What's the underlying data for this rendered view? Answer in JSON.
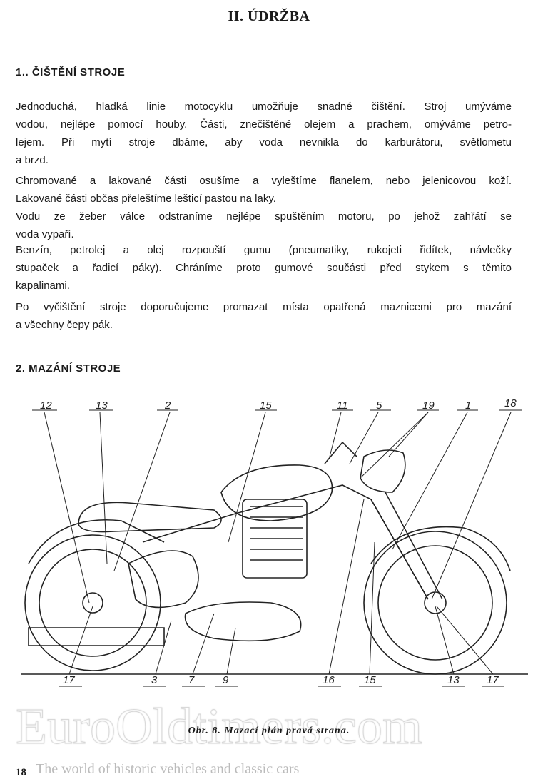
{
  "title": "II. ÚDRŽBA",
  "section1": {
    "heading": "1.. ČIŠTĚNÍ STROJE",
    "paragraphs": [
      [
        "Jednoduchá, hladká linie motocyklu umožňuje snadné čištění. Stroj umýváme",
        "vodou, nejlépe pomocí houby. Části, znečištěné olejem a prachem, omýváme petro-",
        "lejem. Při mytí stroje dbáme, aby voda nevnikla do karburátoru, světlometu",
        "a brzd."
      ],
      [
        "Chromované a lakované části osušíme a vyleštíme flanelem, nebo jelenicovou koží.",
        "Lakované části občas přeleštíme lešticí pastou na laky.",
        "Vodu ze žeber válce odstraníme nejlépe spuštěním motoru, po jehož zahřátí se",
        "voda vypaří."
      ],
      [
        "Benzín, petrolej a olej rozpouští gumu (pneumatiky, rukojeti řidítek, návlečky",
        "stupaček a řadicí páky). Chráníme proto gumové součásti před stykem s těmito",
        "kapalinami."
      ],
      [
        "Po vyčištění stroje doporučujeme promazat místa opatřená maznicemi pro mazání",
        "a všechny čepy pák."
      ]
    ]
  },
  "section2": {
    "heading": "2. MAZÁNÍ STROJE"
  },
  "figure": {
    "top_labels": [
      "12",
      "13",
      "2",
      "15",
      "11",
      "5",
      "19",
      "1",
      "18"
    ],
    "bottom_labels": [
      "17",
      "3",
      "7",
      "9",
      "16",
      "15",
      "13",
      "17"
    ],
    "caption": "Obr. 8. Mazací plán pravá strana."
  },
  "watermark": {
    "main": "EuroOldtimers.com",
    "tagline": "The world of historic vehicles and classic cars"
  },
  "page_number": "18"
}
